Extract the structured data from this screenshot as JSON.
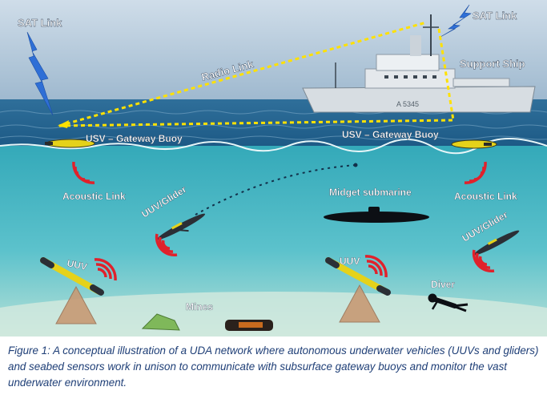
{
  "labels": {
    "sat_link_left": "SAT Link",
    "sat_link_right": "SAT Link",
    "radio_link": "Radio Link",
    "support_ship": "Support Ship",
    "ship_hull_number": "A 5345",
    "usv_left": "USV – Gateway Buoy",
    "usv_right": "USV – Gateway Buoy",
    "acoustic_left": "Acoustic Link",
    "acoustic_right": "Acoustic Link",
    "glider_left": "UUV/Glider",
    "glider_right": "UUV/Glider",
    "midget_submarine": "Midget submarine",
    "uuv_left": "UUV",
    "uuv_right": "UUV",
    "diver": "Diver",
    "mines": "Mines"
  },
  "caption": "Figure 1: A conceptual illustration of a UDA network where autonomous underwater vehicles (UUVs and gliders) and seabed sensors work in unison to communicate with subsurface gateway buoys and monitor the vast underwater environment.",
  "colors": {
    "link_dash": "#ffe100",
    "acoustic": "#e0212b",
    "lightning": "#2f6fd6",
    "caption": "#1f3f77",
    "label": "#ffffff"
  }
}
